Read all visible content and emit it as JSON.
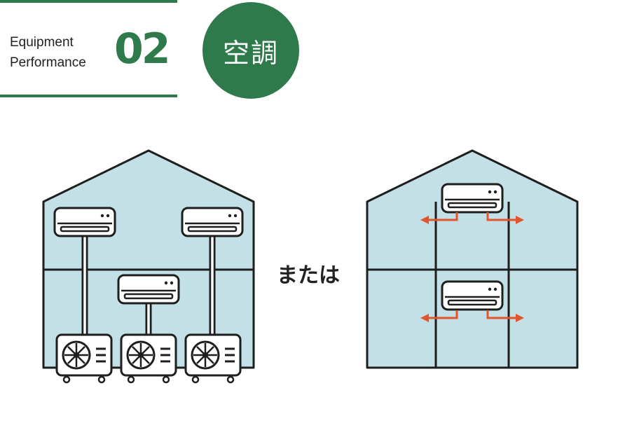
{
  "header": {
    "line1": "Equipment",
    "line2": "Performance",
    "number": "02",
    "badge": "空調"
  },
  "middle_label": "または",
  "icons": [
    "air-conditioner-icon",
    "outdoor-unit-icon",
    "fan-icon",
    "airflow-arrow-icon",
    "greenhouse-icon"
  ],
  "colors": {
    "accent_green": "#2e7a4b",
    "greenhouse_fill": "#c3e0e6",
    "outline": "#1e1e1e",
    "arrow_orange": "#e2542a"
  }
}
